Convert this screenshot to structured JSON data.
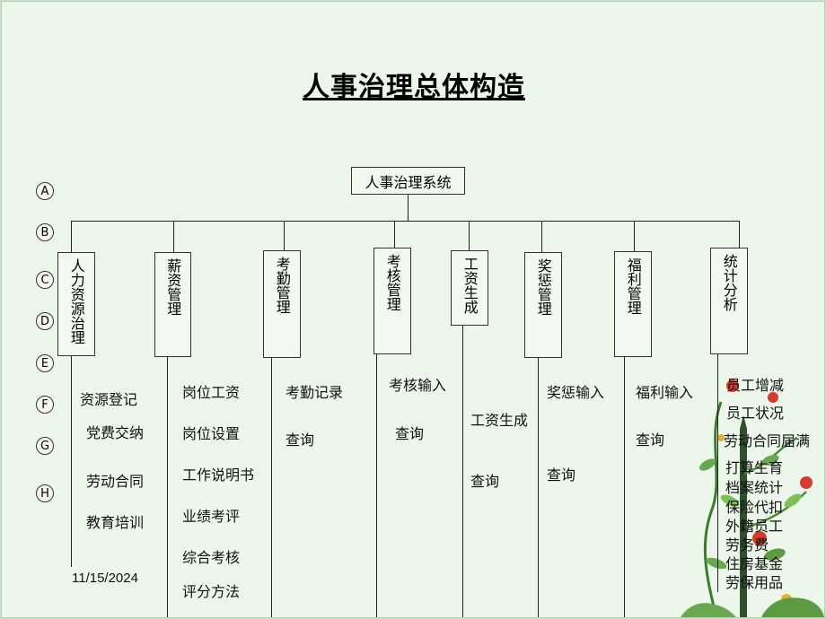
{
  "title": "人事治理总体构造",
  "root": "人事治理系统",
  "row_markers": [
    "A",
    "B",
    "C",
    "D",
    "E",
    "F",
    "G",
    "H"
  ],
  "modules": [
    {
      "label": "人力资源治理",
      "items": [
        "资源登记",
        "党费交纳",
        "劳动合同",
        "教育培训"
      ]
    },
    {
      "label": "薪资管理",
      "items": [
        "岗位工资",
        "岗位设置",
        "工作说明书",
        "业绩考评",
        "综合考核",
        "评分方法"
      ]
    },
    {
      "label": "考勤管理",
      "items": [
        "考勤记录",
        "查询"
      ]
    },
    {
      "label": "考核管理",
      "items": [
        "考核输入",
        "查询"
      ]
    },
    {
      "label": "工资生成",
      "items": [
        "工资生成",
        "查询"
      ]
    },
    {
      "label": "奖惩管理",
      "items": [
        "奖惩输入",
        "查询"
      ]
    },
    {
      "label": "福利管理",
      "items": [
        "福利输入",
        "查询"
      ]
    },
    {
      "label": "统计分析",
      "items": [
        "员工增减",
        "员工状况",
        "劳动合同届满",
        "打算生育",
        "档案统计",
        "保险代扣",
        "外籍员工",
        "劳务费",
        "住房基金",
        "劳保用品"
      ]
    }
  ],
  "date": "11/15/2024"
}
